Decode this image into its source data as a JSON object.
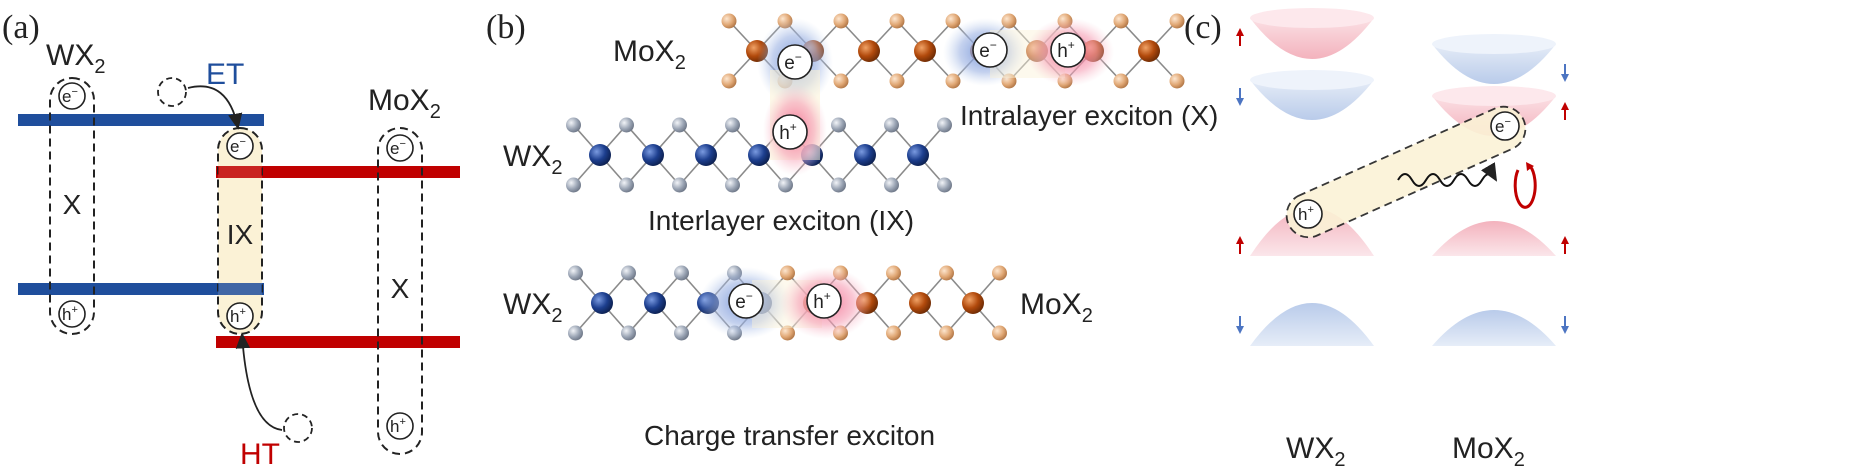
{
  "panels": {
    "a": {
      "label": "(a)",
      "wx2": "WX",
      "mox2": "MoX",
      "sub": "2",
      "et": "ET",
      "ht": "HT",
      "x": "X",
      "ix": "IX",
      "electron": "e",
      "hole": "h",
      "minus": "−",
      "plus": "+"
    },
    "b": {
      "label": "(b)",
      "wx2": "WX",
      "mox2": "MoX",
      "sub": "2",
      "intralayer": "Intralayer exciton (X)",
      "interlayer": "Interlayer exciton (IX)",
      "charge_transfer": "Charge transfer exciton",
      "electron": "e",
      "hole": "h",
      "minus": "−",
      "plus": "+"
    },
    "c": {
      "label": "(c)",
      "wx2": "WX",
      "mox2": "MoX",
      "sub": "2",
      "electron": "e",
      "hole": "h",
      "minus": "−",
      "plus": "+"
    }
  },
  "colors": {
    "blue": "#1f4e9c",
    "red": "#c00000",
    "w_atom": "#1d3f8f",
    "mo_atom": "#b24a0c",
    "x_w_atom": "#9aa4b4",
    "x_mo_atom": "#e0a774",
    "exciton_fill": "#fbf2d6",
    "band_red": "#f6c2c9",
    "band_blue": "#c6d6ef"
  }
}
